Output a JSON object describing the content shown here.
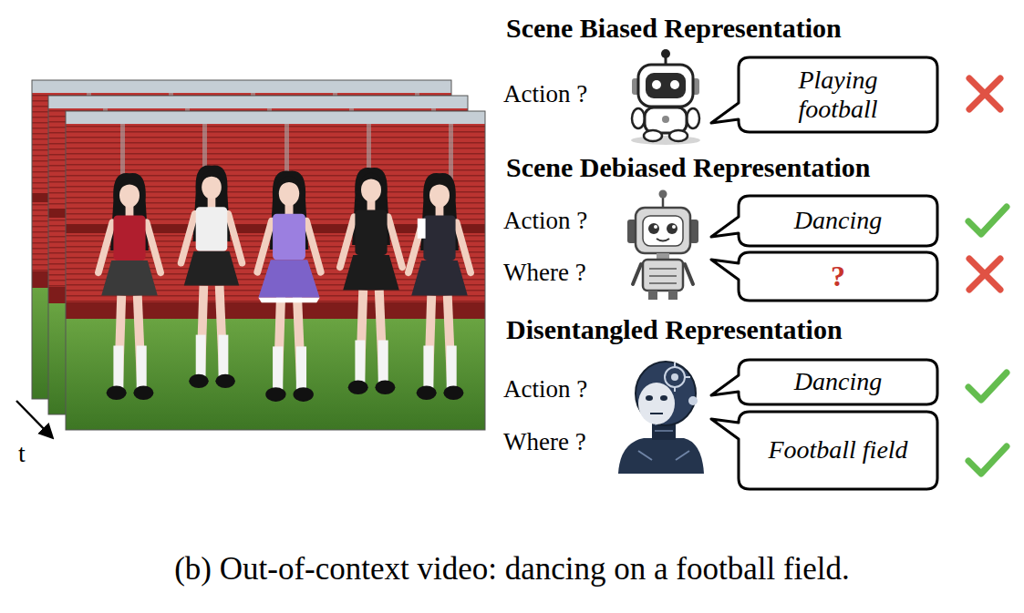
{
  "diagram": {
    "caption": "(b) Out-of-context video: dancing on a football field.",
    "nodes": [
      {
        "text": [
          "Playing football"
        ]
      },
      {
        "text": [
          "Dancing"
        ]
      },
      {
        "text": [
          "?"
        ]
      },
      {
        "text": [
          "Dancing"
        ]
      },
      {
        "text": [
          "Football field"
        ]
      }
    ],
    "labels": [
      "Scene Biased Representation",
      "Action ?",
      "Scene Debiased Representation",
      "Action ?",
      "Where ?",
      "Disentangled Representation",
      "Action ?",
      "Where ?",
      "t"
    ]
  }
}
